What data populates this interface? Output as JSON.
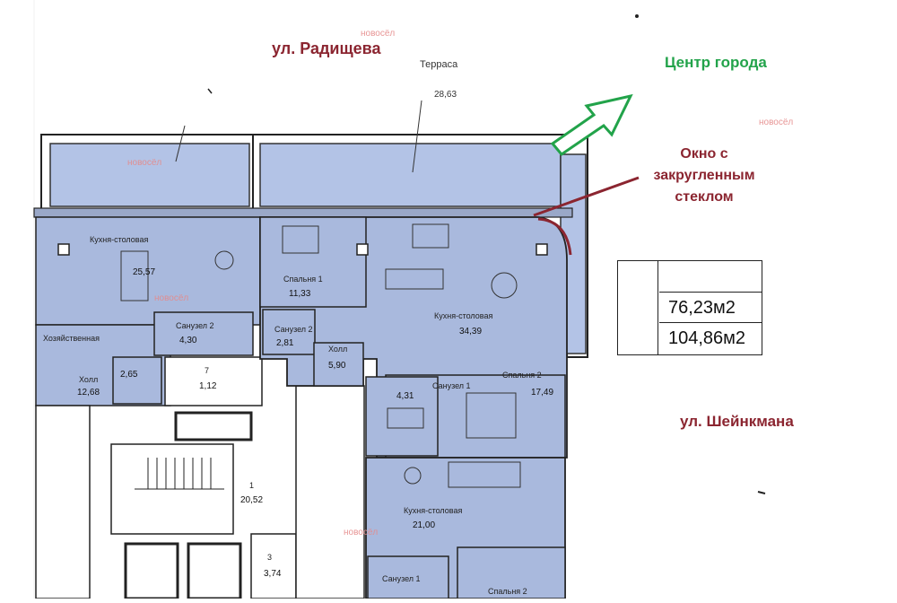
{
  "annotations": {
    "street_top": "ул. Радищева",
    "city_center": "Центр города",
    "window_note": "Окно с закругленным стеклом",
    "street_right": "ул. Шейнкмана"
  },
  "terrace": {
    "label": "Терраса",
    "area": "28,63"
  },
  "area_box": {
    "living_area": "76,23м2",
    "total_area": "104,86м2"
  },
  "rooms": {
    "kitchen_left": {
      "label": "Кухня-столовая",
      "area": "25,57"
    },
    "bath_left": {
      "label": "Санузел 2",
      "area": "4,30"
    },
    "utility": {
      "label": "Хозяйственная"
    },
    "hall_left": {
      "label": "Холл",
      "area": "12,68"
    },
    "small_left": {
      "area": "2,65"
    },
    "room7": {
      "label": "7",
      "area": "1,12"
    },
    "bedroom1": {
      "label": "Спальня 1",
      "area": "11,33"
    },
    "bath2": {
      "label": "Санузел 2",
      "area": "2,81"
    },
    "hall_main": {
      "label": "Холл",
      "area": "5,90"
    },
    "kitchen_main": {
      "label": "Кухня-столовая",
      "area": "34,39"
    },
    "bedroom2": {
      "label": "Спальня 2",
      "area": "17,49"
    },
    "bath1": {
      "label": "Санузел 1",
      "area": "4,31"
    },
    "stair1": {
      "label": "1",
      "area": "20,52"
    },
    "room3": {
      "label": "3",
      "area": "3,74"
    },
    "kitchen_bottom": {
      "label": "Кухня-столовая",
      "area": "21,00"
    },
    "bath_bottom": {
      "label": "Санузел 1"
    },
    "bedroom_bottom": {
      "label": "Спальня 2"
    }
  },
  "watermark": "новосёл",
  "colors": {
    "room_fill": "#a9b9dd",
    "terrace_fill": "#b3c3e6",
    "street": "#8b2530",
    "center": "#22a34a"
  }
}
